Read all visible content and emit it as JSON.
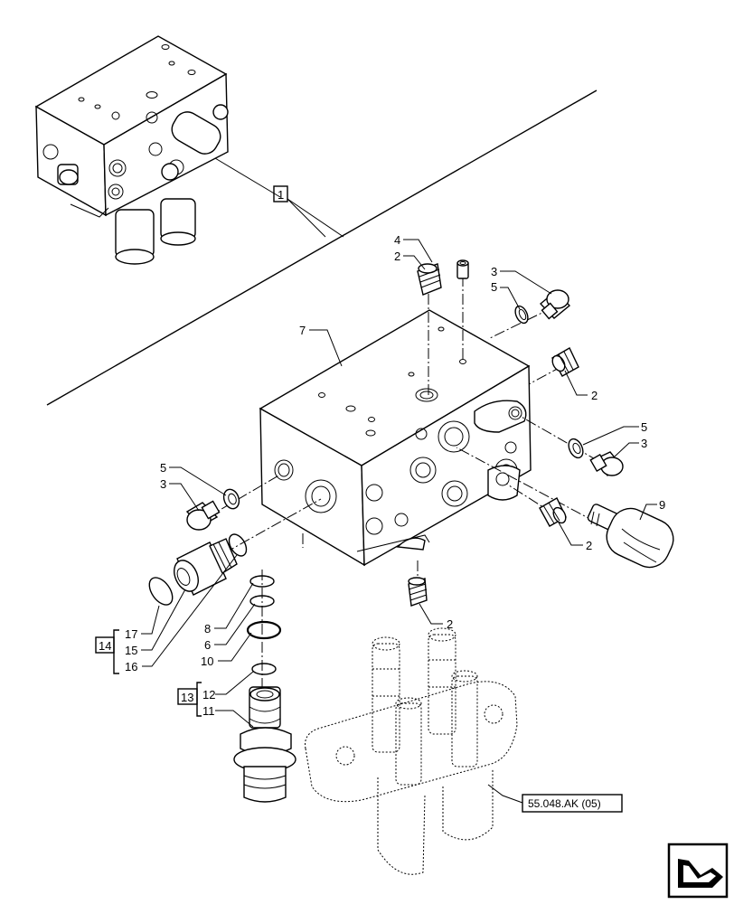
{
  "callouts": {
    "c1": "1",
    "c2a": "2",
    "c2b": "2",
    "c2c": "2",
    "c2d": "2",
    "c3a": "3",
    "c3b": "3",
    "c3c": "3",
    "c4": "4",
    "c5a": "5",
    "c5b": "5",
    "c5c": "5",
    "c6": "6",
    "c7": "7",
    "c8": "8",
    "c9": "9",
    "c10": "10",
    "c11": "11",
    "c12": "12",
    "c13": "13",
    "c14": "14",
    "c15": "15",
    "c16": "16",
    "c17": "17"
  },
  "reference": "55.048.AK (05)",
  "icons": {
    "nav": "next-page-arrow-icon"
  }
}
